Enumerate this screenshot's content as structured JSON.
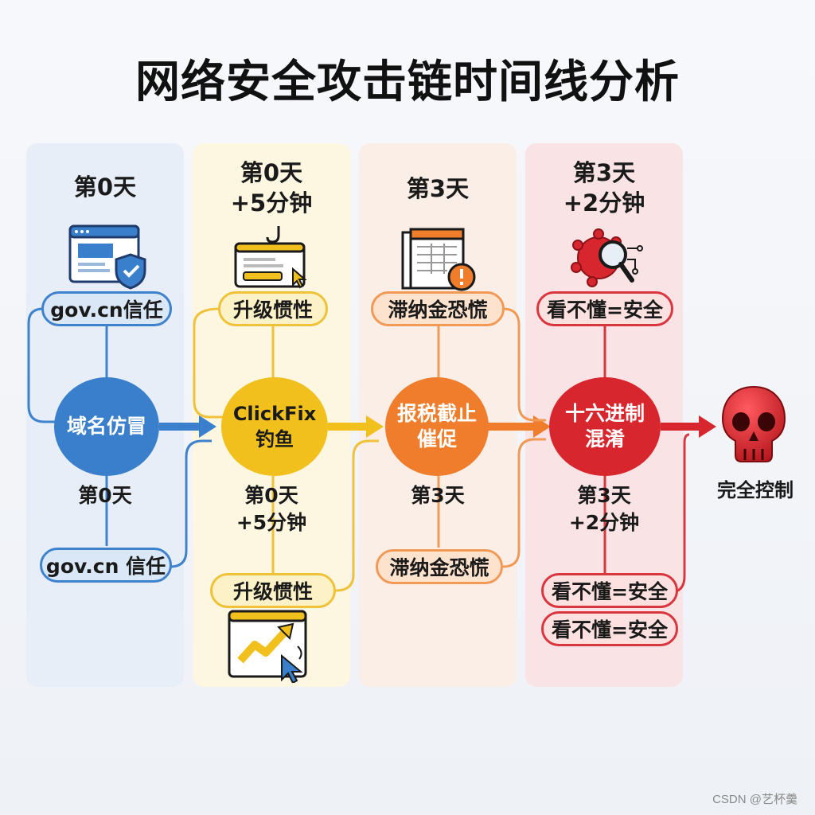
{
  "title": "网络安全攻击链时间线分析",
  "colors": {
    "blue": "#3a7fcb",
    "yellow": "#f2c01c",
    "orange": "#ef7d2c",
    "red": "#d8262e"
  },
  "stages": [
    {
      "top_time": "第0天",
      "top_pill": "gov.cn信任",
      "icon": "browser-shield-icon",
      "node": [
        "域名仿冒"
      ],
      "bottom_time": "第0天",
      "bottom_pill": "gov.cn 信任"
    },
    {
      "top_time_lines": [
        "第0天",
        "+5分钟"
      ],
      "top_pill": "升级惯性",
      "icon": "phishing-hook-icon",
      "node": [
        "ClickFix",
        "钓鱼"
      ],
      "bottom_time_lines": [
        "第0天",
        "+5分钟"
      ],
      "bottom_pill": "升级惯性",
      "bottom_icon": "trend-cursor-icon"
    },
    {
      "top_time": "第3天",
      "top_pill": "滞纳金恐慌",
      "icon": "invoice-warning-icon",
      "node": [
        "报税截止",
        "催促"
      ],
      "bottom_time": "第3天",
      "bottom_pill": "滞纳金恐慌"
    },
    {
      "top_time_lines": [
        "第3天",
        "+2分钟"
      ],
      "top_pill": "看不懂=安全",
      "icon": "virus-magnifier-icon",
      "node": [
        "十六进制",
        "混淆"
      ],
      "bottom_time_lines": [
        "第3天",
        "+2分钟"
      ],
      "bottom_pills": [
        "看不懂=安全",
        "看不懂=安全"
      ]
    }
  ],
  "end": {
    "label": "完全控制",
    "icon": "skull-icon"
  },
  "watermark": "CSDN @艺杯羹"
}
